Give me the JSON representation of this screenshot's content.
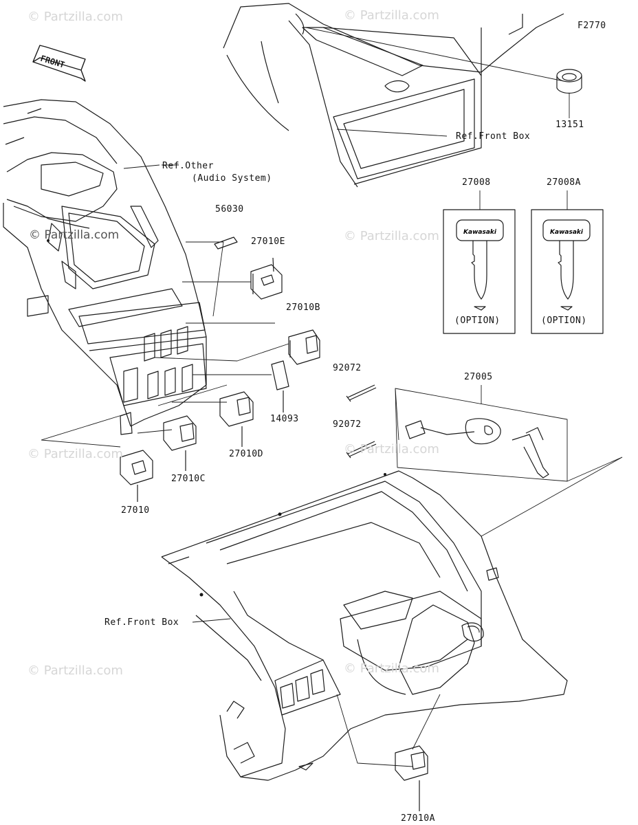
{
  "figure_code": "F2770",
  "front_indicator": "FRONT",
  "watermark_text": "© Partzilla.com",
  "references": {
    "ref_other": "Ref.Other",
    "audio_system": "(Audio System)",
    "ref_front_box_top": "Ref.Front Box",
    "ref_front_box_bottom": "Ref.Front Box"
  },
  "parts": {
    "p13151": "13151",
    "p27008": "27008",
    "p27008a": "27008A",
    "p56030": "56030",
    "p27010e": "27010E",
    "p27010b": "27010B",
    "p92072_a": "92072",
    "p92072_b": "92072",
    "p14093": "14093",
    "p27005": "27005",
    "p27010d": "27010D",
    "p27010c": "27010C",
    "p27010": "27010",
    "p27010a": "27010A"
  },
  "key_cards": {
    "brand": "Kawasaki",
    "option_left": "(OPTION)",
    "option_right": "(OPTION)"
  },
  "colors": {
    "line": "#1a1a1a",
    "watermark": "#d6d6d6"
  }
}
